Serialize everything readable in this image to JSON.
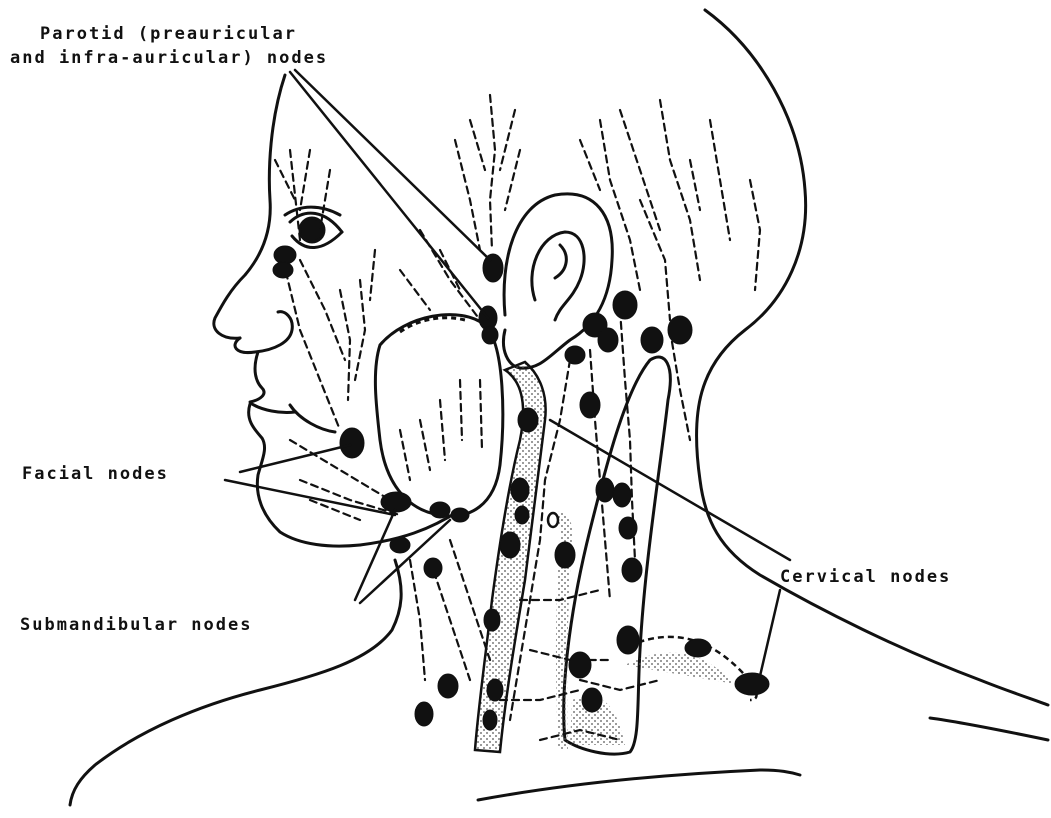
{
  "labels": {
    "parotid_line1": "Parotid (preauricular",
    "parotid_line2": "and infra-auricular) nodes",
    "facial": "Facial nodes",
    "submandibular": "Submandibular nodes",
    "cervical": "Cervical nodes"
  },
  "colors": {
    "ink": "#111111",
    "background": "#ffffff",
    "stipple": "#555555"
  }
}
